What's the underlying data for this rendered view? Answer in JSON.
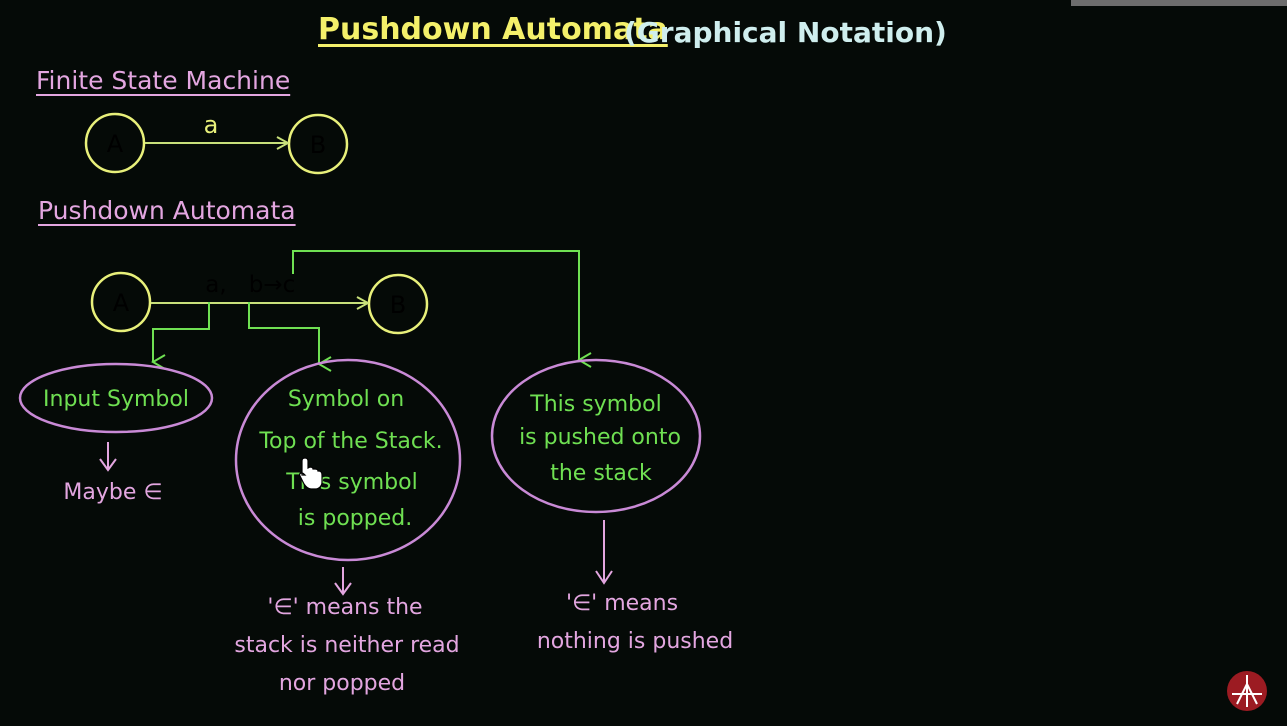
{
  "title": {
    "main": "Pushdown Automata",
    "sub": "(Graphical Notation)"
  },
  "fsm": {
    "heading": "Finite State Machine",
    "state_a": "A",
    "state_b": "B",
    "transition": "a"
  },
  "pda": {
    "heading": "Pushdown Automata",
    "state_a": "A",
    "state_b": "B",
    "label_input": "a,",
    "label_stack": "b→c"
  },
  "annotations": {
    "input": {
      "line1": "Input Symbol",
      "note": "Maybe ∈"
    },
    "top": {
      "line1": "Symbol on",
      "line2": "Top of the Stack.",
      "line3": "This symbol",
      "line4": "is popped.",
      "note1": "'∈' means the",
      "note2": "stack is neither read",
      "note3": "nor popped"
    },
    "pushed": {
      "line1": "This symbol",
      "line2": "is pushed onto",
      "line3": "the stack",
      "note1": "'∈' means",
      "note2": "nothing is pushed"
    }
  },
  "colors": {
    "green": "#6fe052",
    "pink": "#e3a6e0",
    "yellow": "#f4f06a",
    "state_stroke": "#e8f07a"
  }
}
